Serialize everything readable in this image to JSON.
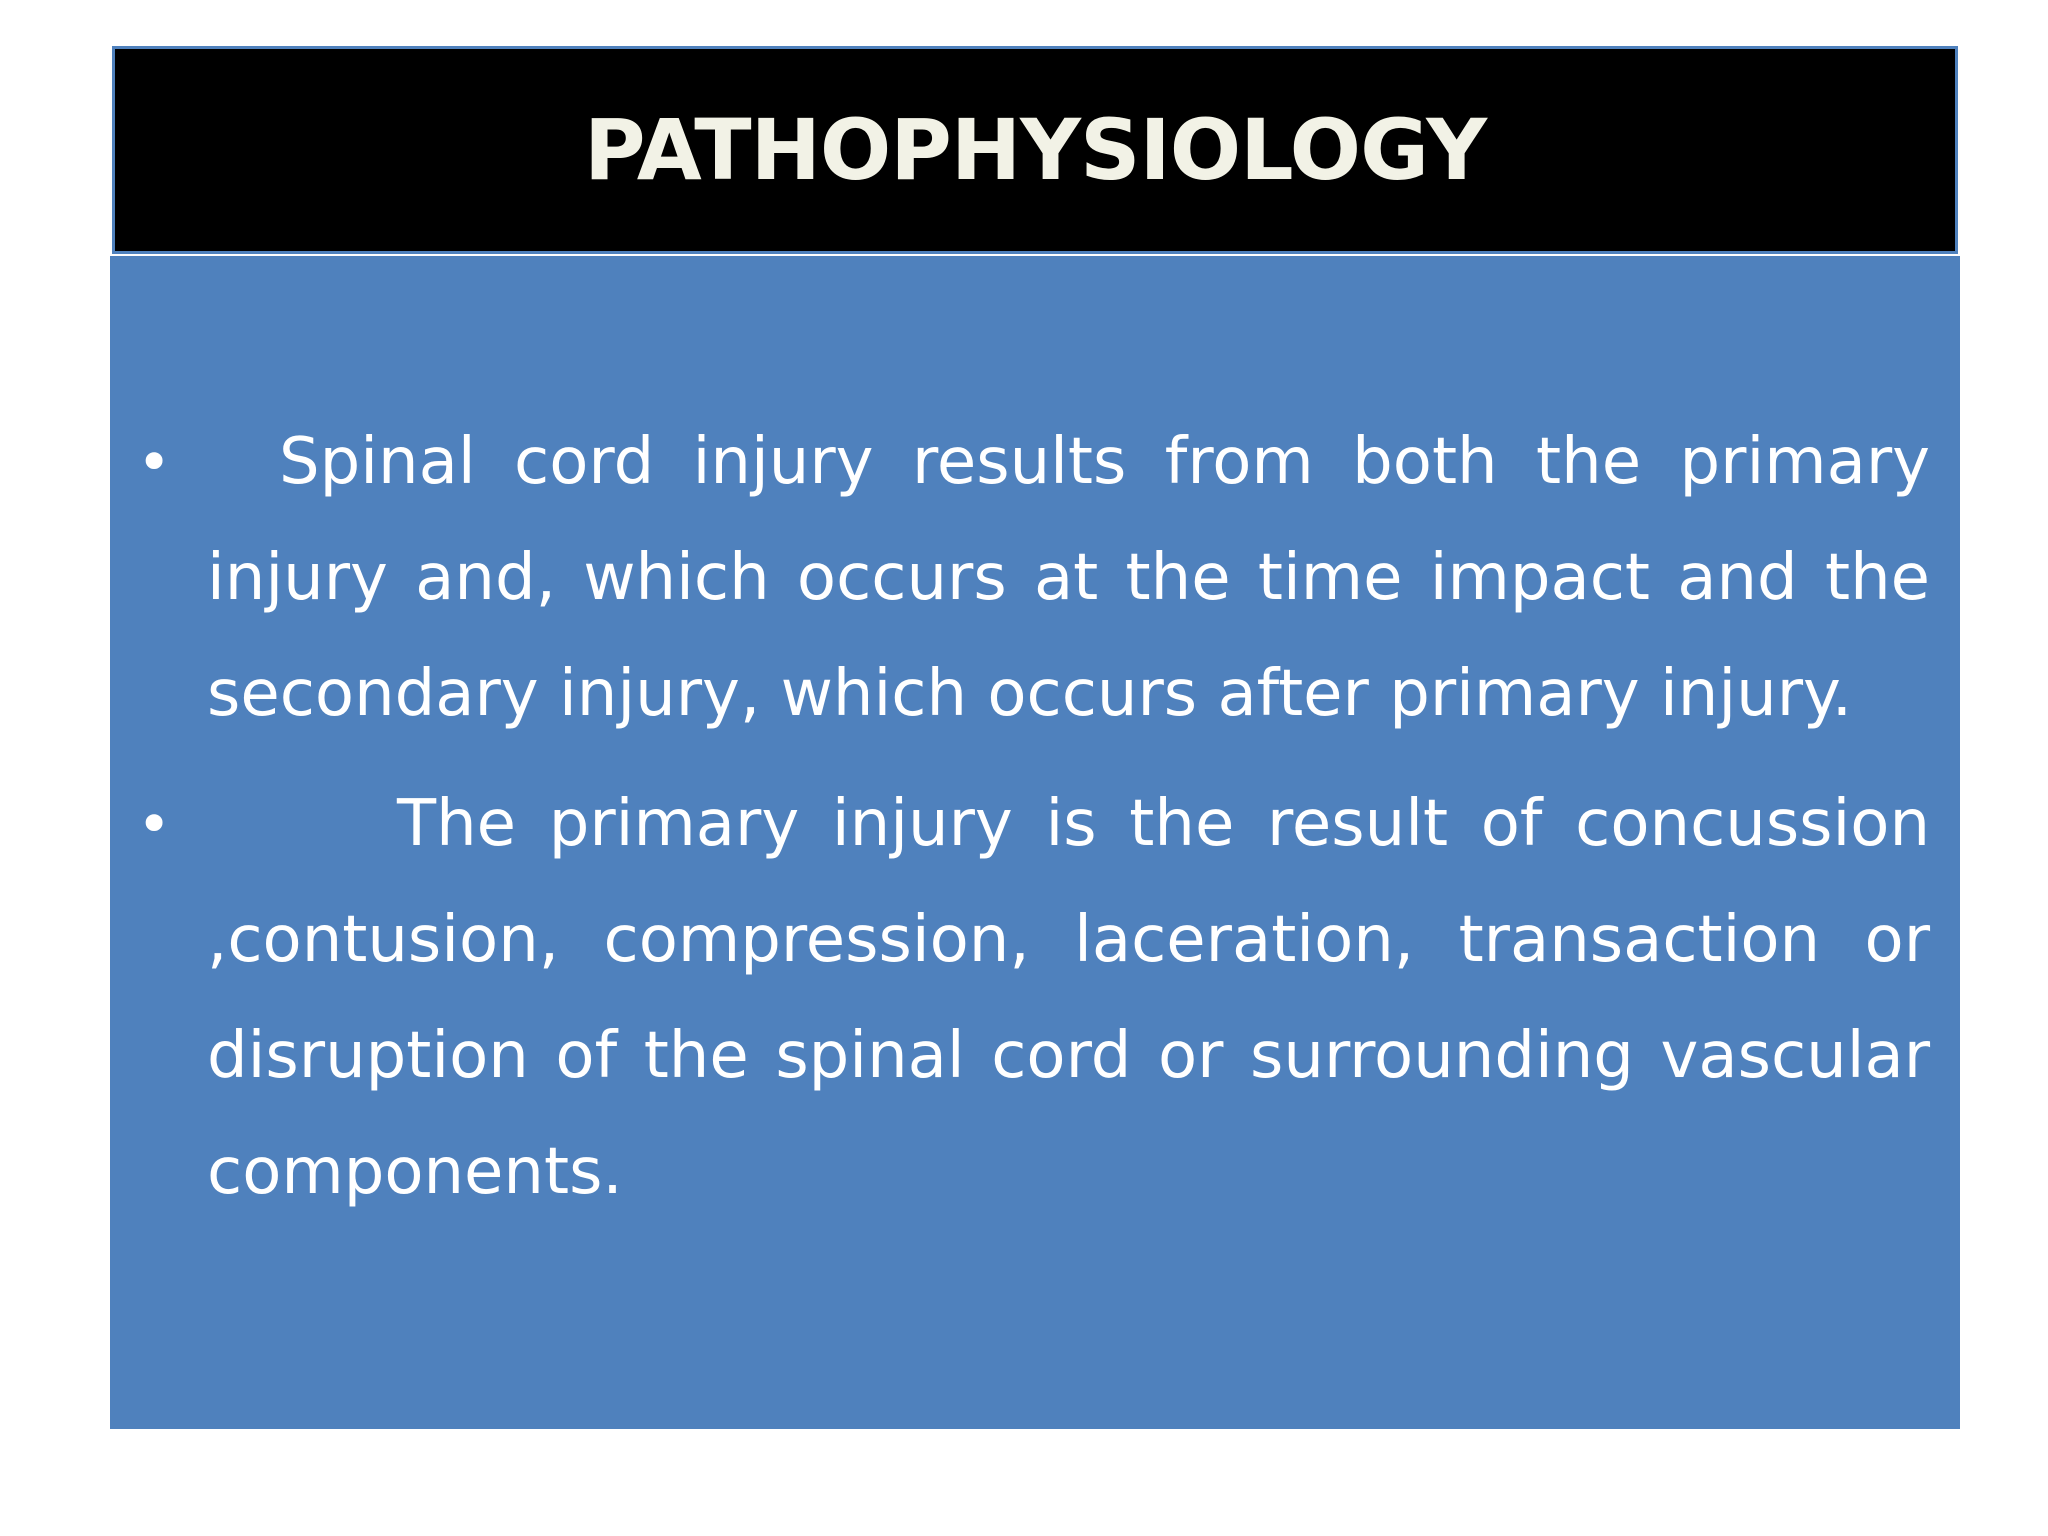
{
  "slide": {
    "title": "PATHOPHYSIOLOGY",
    "bullet_symbol": "•",
    "bullets": [
      {
        "text": "Spinal cord injury results from both the primary injury and, which occurs at the time impact and the secondary injury, which occurs after primary injury."
      },
      {
        "text": "The primary injury is the result of concussion ,contusion, compression, laceration, transaction or disruption of the spinal cord or surrounding vascular components."
      }
    ]
  },
  "colors": {
    "title_background": "#000000",
    "title_text": "#f2f2e6",
    "panel_background": "#4f81bd",
    "body_text": "#ffffff"
  }
}
